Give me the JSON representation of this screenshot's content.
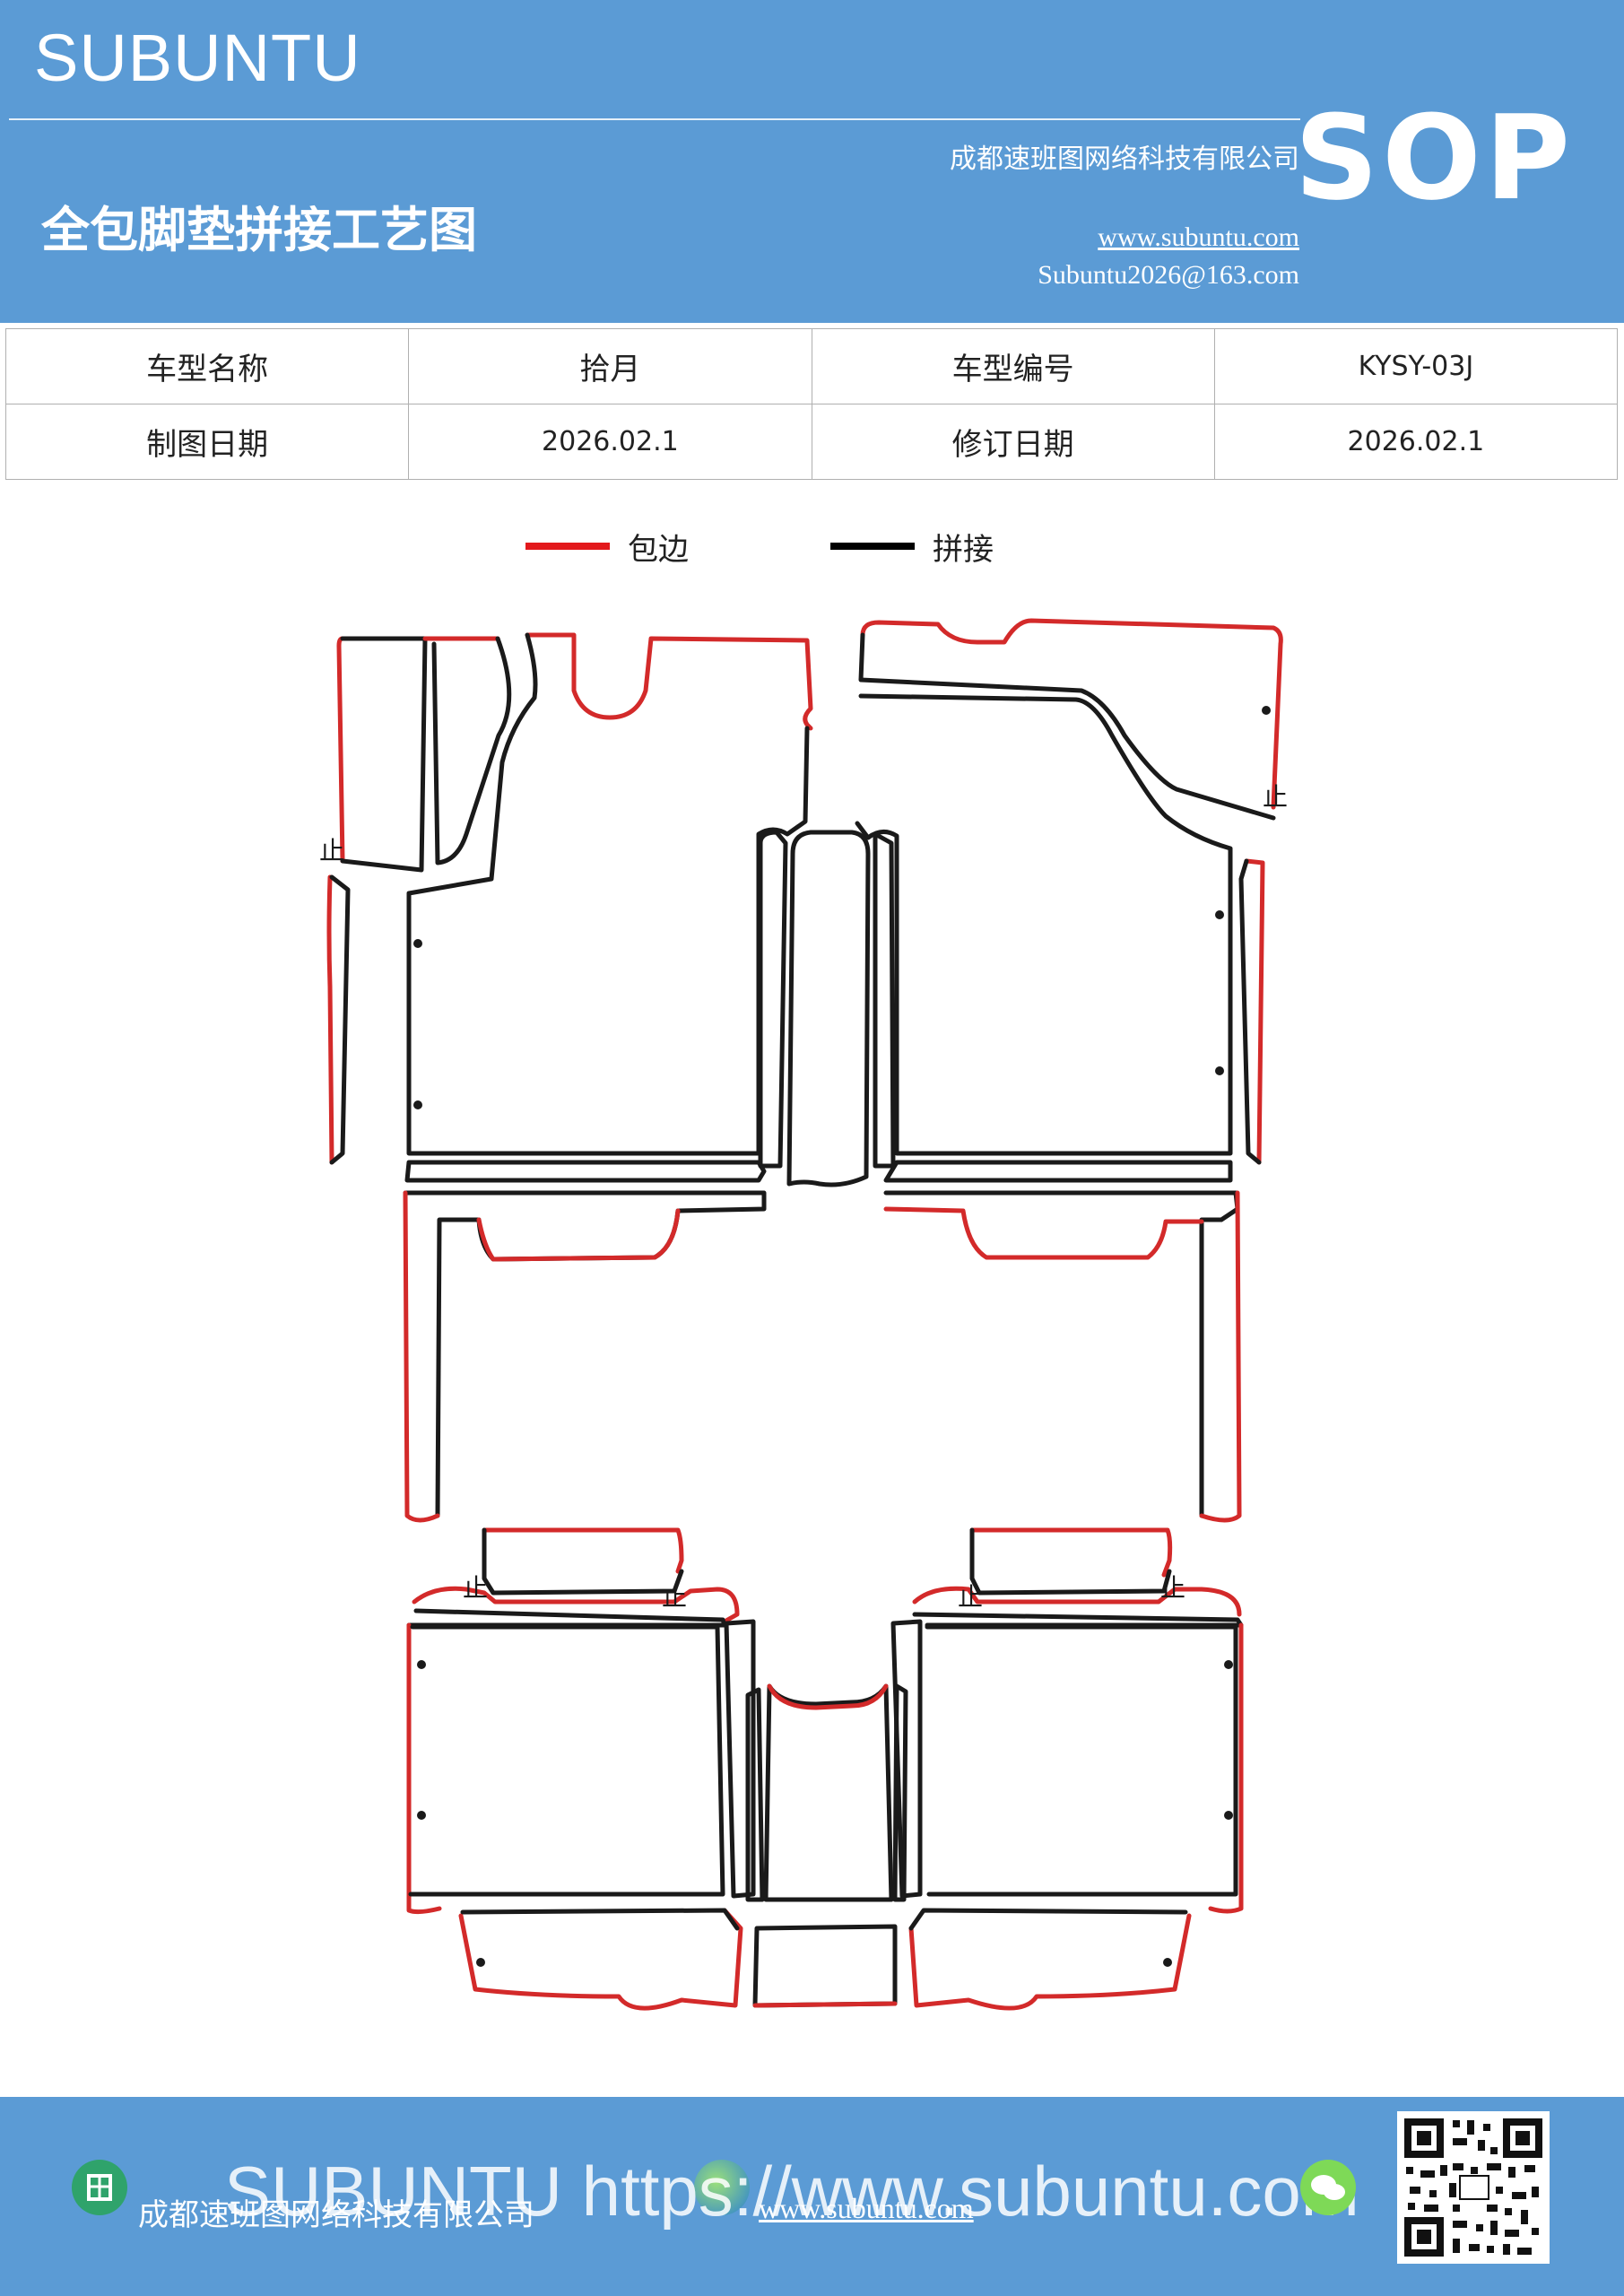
{
  "header": {
    "brand": "SUBUNTU",
    "company": "成都速班图网络科技有限公司",
    "title": "全包脚垫拼接工艺图",
    "website": "www.subuntu.com",
    "email": "Subuntu2026@163.com",
    "badge": "SOP"
  },
  "info_table": {
    "rows": [
      {
        "label1": "车型名称",
        "value1": "拾月",
        "label2": "车型编号",
        "value2": "KYSY-03J"
      },
      {
        "label1": "制图日期",
        "value1": "2026.02.1",
        "label2": "修订日期",
        "value2": "2026.02.1"
      }
    ]
  },
  "legend": {
    "items": [
      {
        "label": "包边",
        "color": "#e3191c"
      },
      {
        "label": "拼接",
        "color": "#000000"
      }
    ]
  },
  "drawing": {
    "stop_mark": "止"
  },
  "footer": {
    "company": "成都速班图网络科技有限公司",
    "website": "www.subuntu.com",
    "watermark": "SUBUNTU https://www.subuntu.com"
  },
  "colors": {
    "banner": "#5b9bd5",
    "edge_binding": "#d32a2a",
    "seam": "#1a1a1a"
  }
}
